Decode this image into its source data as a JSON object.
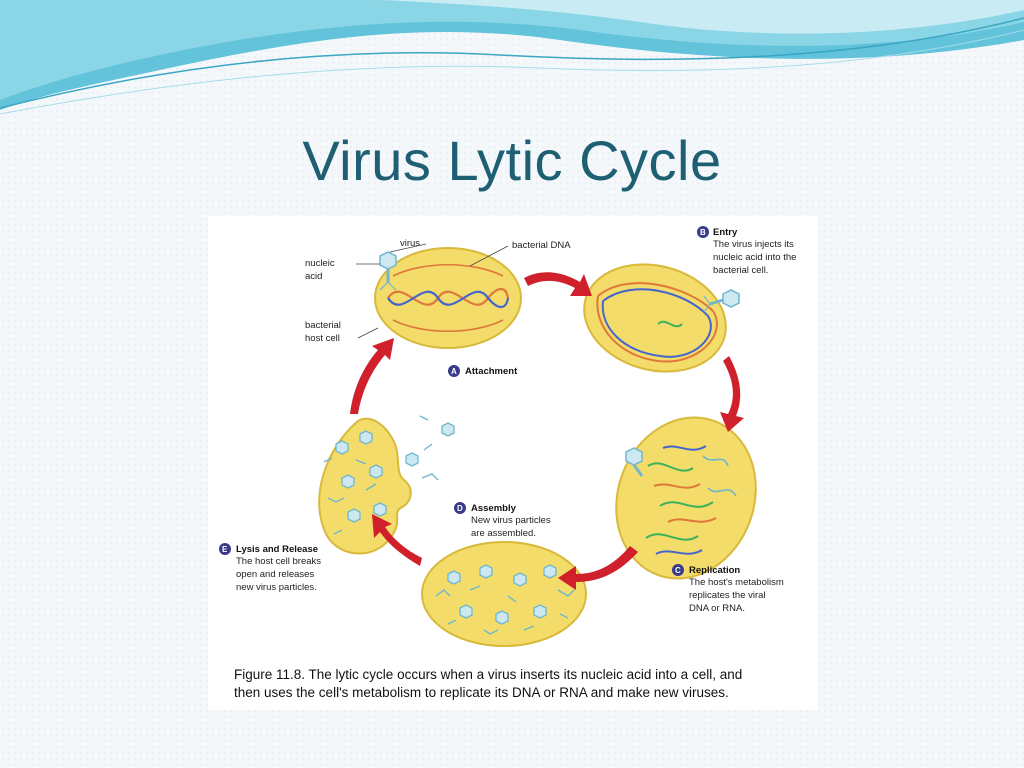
{
  "slide": {
    "title": "Virus Lytic Cycle"
  },
  "figure": {
    "labels": {
      "virus": "virus",
      "nucleic_acid_1": "nucleic",
      "nucleic_acid_2": "acid",
      "bacterial_dna": "bacterial DNA",
      "host_cell_1": "bacterial",
      "host_cell_2": "host cell"
    },
    "steps": [
      {
        "letter": "A",
        "title": "Attachment",
        "lines": []
      },
      {
        "letter": "B",
        "title": "Entry",
        "lines": [
          "The virus injects its",
          "nucleic acid into the",
          "bacterial cell."
        ]
      },
      {
        "letter": "C",
        "title": "Replication",
        "lines": [
          "The host's metabolism",
          "replicates the viral",
          "DNA or RNA."
        ]
      },
      {
        "letter": "D",
        "title": "Assembly",
        "lines": [
          "New virus particles",
          "are assembled."
        ]
      },
      {
        "letter": "E",
        "title": "Lysis and Release",
        "lines": [
          "The host cell breaks",
          "open and releases",
          "new virus particles."
        ]
      }
    ],
    "caption_lines": [
      "Figure 11.8.  The lytic cycle occurs when a virus inserts its nucleic acid into a cell, and",
      "then uses the cell's metabolism to replicate its DNA or RNA and make new viruses."
    ],
    "colors": {
      "title": "#1f5f73",
      "cell_fill": "#f3dc6a",
      "cell_stroke": "#d8b93a",
      "arrow": "#d0202c",
      "badge": "#3a3a8c",
      "dna_blue": "#4466cc",
      "dna_orange": "#e0783a",
      "virus": "#6fb7cf"
    }
  }
}
